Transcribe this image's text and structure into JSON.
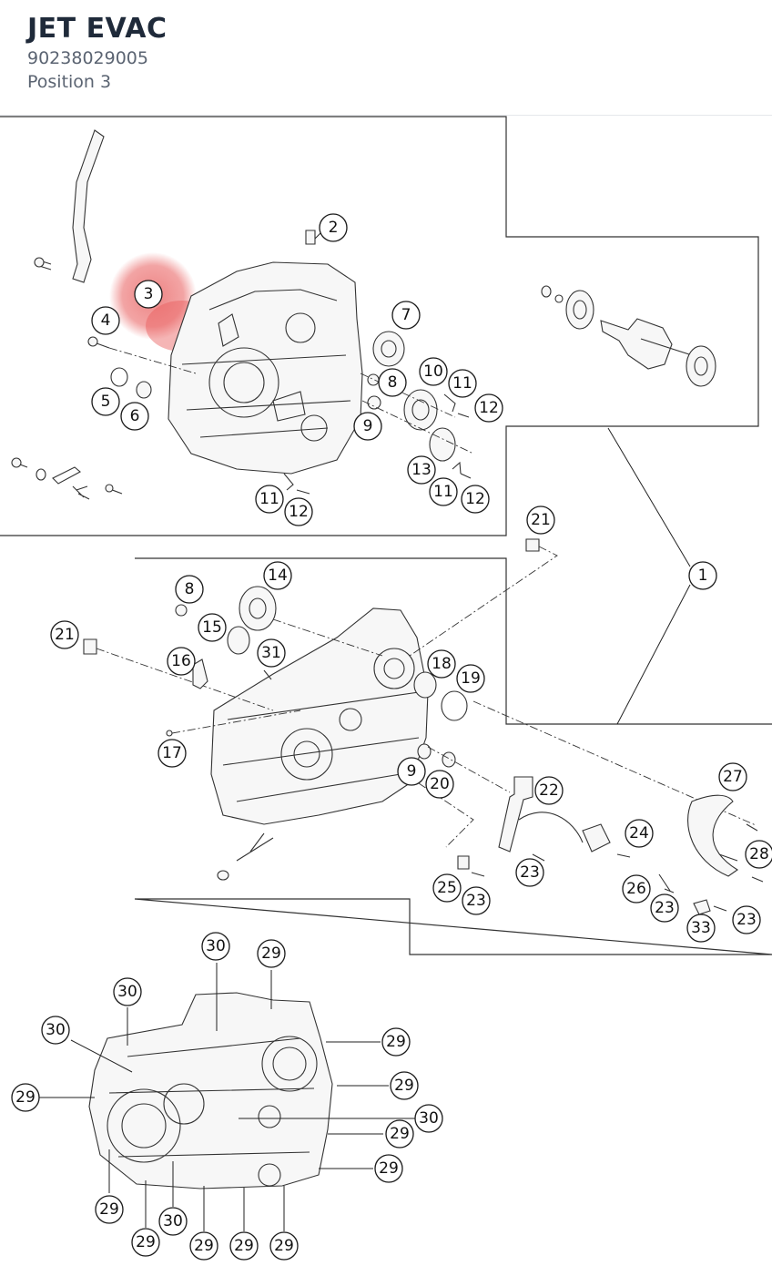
{
  "header": {
    "title": "JET EVAC",
    "part_number": "90238029005",
    "position": "Position 3"
  },
  "highlight": {
    "callout": "3",
    "color": "#e85a5a"
  },
  "callouts": [
    "1",
    "2",
    "3",
    "4",
    "5",
    "6",
    "7",
    "8",
    "9",
    "10",
    "11",
    "12",
    "13",
    "14",
    "15",
    "16",
    "17",
    "18",
    "19",
    "20",
    "21",
    "22",
    "23",
    "24",
    "25",
    "26",
    "27",
    "28",
    "29",
    "30",
    "31",
    "33"
  ]
}
